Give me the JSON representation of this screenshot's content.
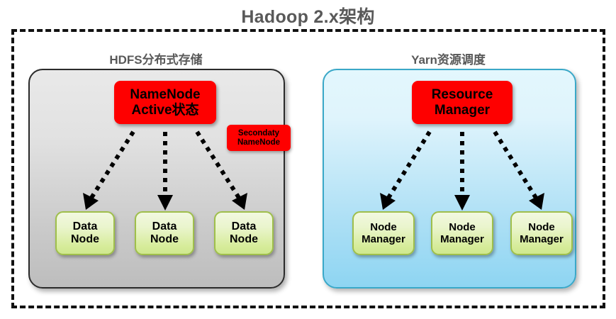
{
  "title": "Hadoop 2.x架构",
  "sections": {
    "hdfs": {
      "header": "HDFS分布式存储",
      "master": {
        "line1": "NameNode",
        "line2": "Active状态"
      },
      "secondary": {
        "line1": "Secondaty",
        "line2": "NameNode"
      },
      "workers": [
        {
          "line1": "Data",
          "line2": "Node"
        },
        {
          "line1": "Data",
          "line2": "Node"
        },
        {
          "line1": "Data",
          "line2": "Node"
        }
      ]
    },
    "yarn": {
      "header": "Yarn资源调度",
      "master": {
        "line1": "Resource",
        "line2": "Manager"
      },
      "workers": [
        {
          "line1": "Node",
          "line2": "Manager"
        },
        {
          "line1": "Node",
          "line2": "Manager"
        },
        {
          "line1": "Node",
          "line2": "Manager"
        }
      ]
    }
  },
  "colors": {
    "title_text": "#595959",
    "master_box_fill": "#fe0000",
    "worker_box_fill": "#d7ec9c",
    "worker_box_border": "#9fbf4b",
    "hdfs_panel_fill": "#d2d2d2",
    "hdfs_panel_border": "#2b2b2b",
    "yarn_panel_fill": "#aadff3",
    "yarn_panel_border": "#3aa8c8",
    "frame_border": "#111111",
    "arrow": "#000000"
  }
}
